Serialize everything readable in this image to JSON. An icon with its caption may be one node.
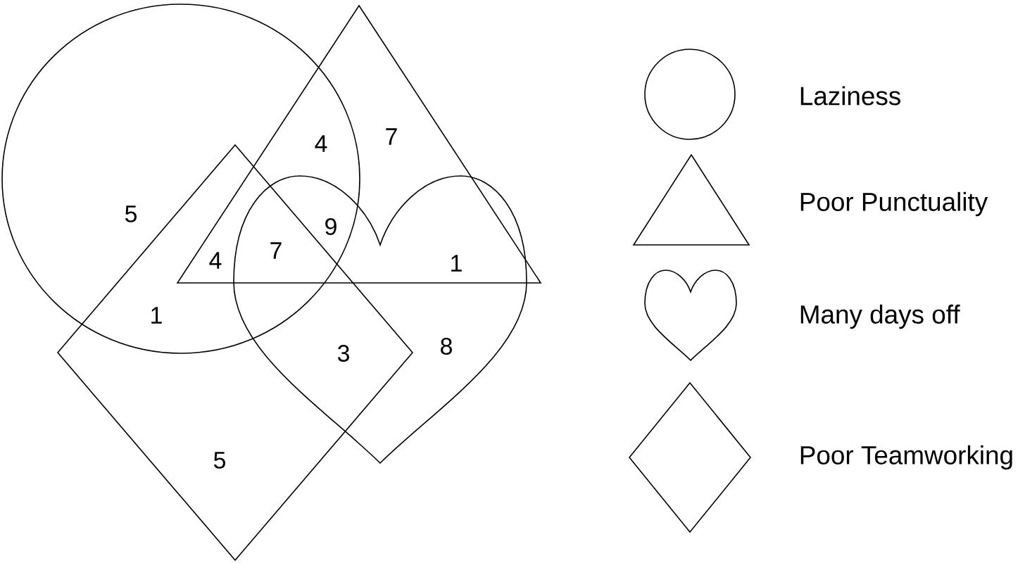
{
  "diagram": {
    "nodes": [
      {
        "text": [],
        "shape": "circle"
      },
      {
        "text": [],
        "shape": "triangle"
      },
      {
        "text": [],
        "shape": "heart"
      },
      {
        "text": [],
        "shape": "diamond"
      }
    ],
    "labels": [
      "4",
      "7",
      "5",
      "9",
      "4",
      "7",
      "1",
      "1",
      "3",
      "8",
      "5"
    ],
    "legend": [
      {
        "text": "Laziness"
      },
      {
        "text": "Poor Punctuality"
      },
      {
        "text": "Many days off"
      },
      {
        "text": "Poor Teamworking"
      }
    ]
  }
}
